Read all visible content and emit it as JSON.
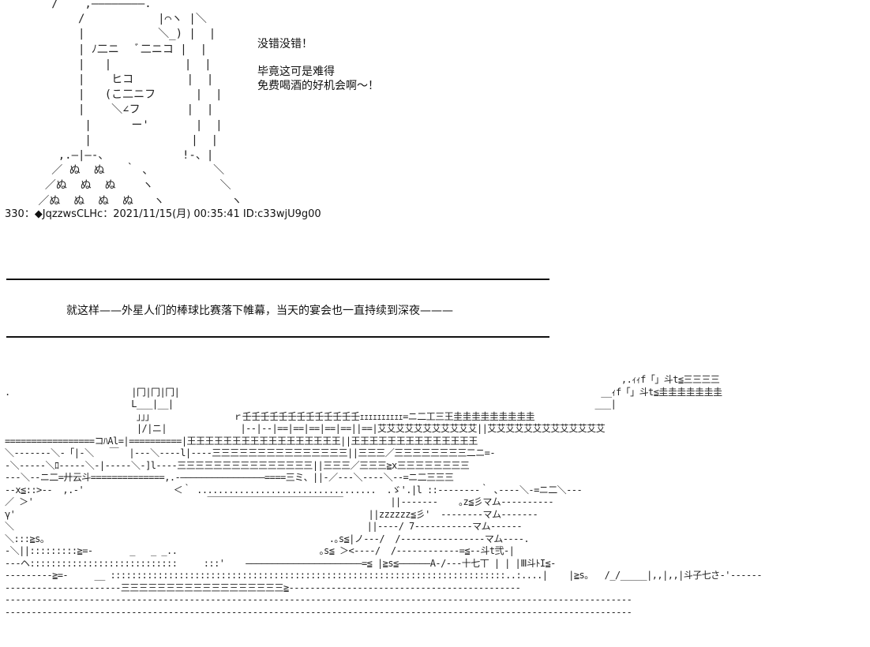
{
  "art": {
    "character": "   /    ,――――――――.\n       /           |⌒ヽ |＼\n       |           ＼_) |  |\n       | ﾉ二ニ   ﾞ二ニコ |  |\n       |   |           |  |\n       |    ヒコ        |  |\n       |   (こ二ニフ      |  |\n       |    ＼∠フ       |  |\n        |      ー'       |  |\n        |               |  |\n    ,.―|―-、           !-、|\n   ／ ぬ  ぬ   ｀ 、         ＼\n  ／ぬ  ぬ  ぬ    ヽ          ＼\n ／ぬ  ぬ  ぬ  ぬ   ヽ          ヽ",
    "stadium": "                                                                                                                     ,.ｨｨf「」斗t≦三三三三\n.                       |冂|冂|冂|                                                                                __ｨf「」斗t≦圭圭圭圭圭圭圭\n                        L___|__|                                                                                ___|\n                         」」」               ｒ壬壬壬壬壬壬壬壬壬壬壬壬壬ｪｪｪｪｪｪｪｪｪｪ=ニ二工三王圭圭圭圭圭圭圭圭圭\n                         |/|ニ|              |--|--|==|==|==|==|==||==|艾艾艾艾艾艾艾艾艾艾艾||艾艾艾艾艾艾艾艾艾艾艾艾艾\n=================コﾊAl=|==========|王王王王王王王王王王王王王王王王王||王王王王王王王王王王王王王王\n＼-------＼-「|-＼   ￣  |---＼----l|----三三三三三三三三三三三三三三三||三三三／三三三三三三三三二ニ=-\n-＼-----＼ﾛ-----＼-|-----＼-]l----三三三三三三三三三三三三三三三||三三三／三三三≧x三三三三三三三三\n---＼--ニ二=廾云斗==============,.-――――――――――――――――====三ミ、||-／---＼----＼--=ニ二三三三\n--x≦::>--  ,.-'                 ＜｀ ..................................  .ゞ'.|l ::--------｀ ､----＼-=ニ二＼---\n／ ＞'                                 ￣￣￣￣￣￣￣￣￣￣￣￣￣￣￣         ||-------    ｡z≦彡マム----------\nγ'                                                                   ||zzzzzz≦彡'  --------マム-------\n＼                                                                   ||----/ 7-----------マム------\n＼:::≧s｡                                                      .｡s≦|ノ---/  /----------------マム----.\n-＼||:::::::::≧=-       _   _ _..                           ｡s≦ ＞<----/  /------------=≦-‐斗t弐‐|\n---ヘ::::::::::::::::::::::::::::     :::'    ――――――――――――――――――――――=≦ |≧s≦――――――A-/--‐十七丅 | | |Ⅲ斗ﾄI≦-\n---------≧=-     __ :::::::::::::::::::::::::::::::::::::::::::::::::::::::::::::::::::::::::::..:....|    |≧s｡   /_/_____|,,|,,|斗子七さ‐'------\n----------------------三三三三三三三三三三三三三三三三三三≧--------------------------------------------\n-----------------------------------------------------------------------------------------------------------------------\n-----------------------------------------------------------------------------------------------------------------------"
  },
  "dialogue": {
    "line1": "没错没错！",
    "line2": "毕竟这可是难得",
    "line3": "免费喝酒的好机会啊～！"
  },
  "post": {
    "header": "330：◆JqzzwsCLHc：2021/11/15(月) 00:35:41 ID:c33wjU9g00"
  },
  "narration": "就这样——外星人们的棒球比赛落下帷幕，当天的宴会也一直持续到深夜———"
}
